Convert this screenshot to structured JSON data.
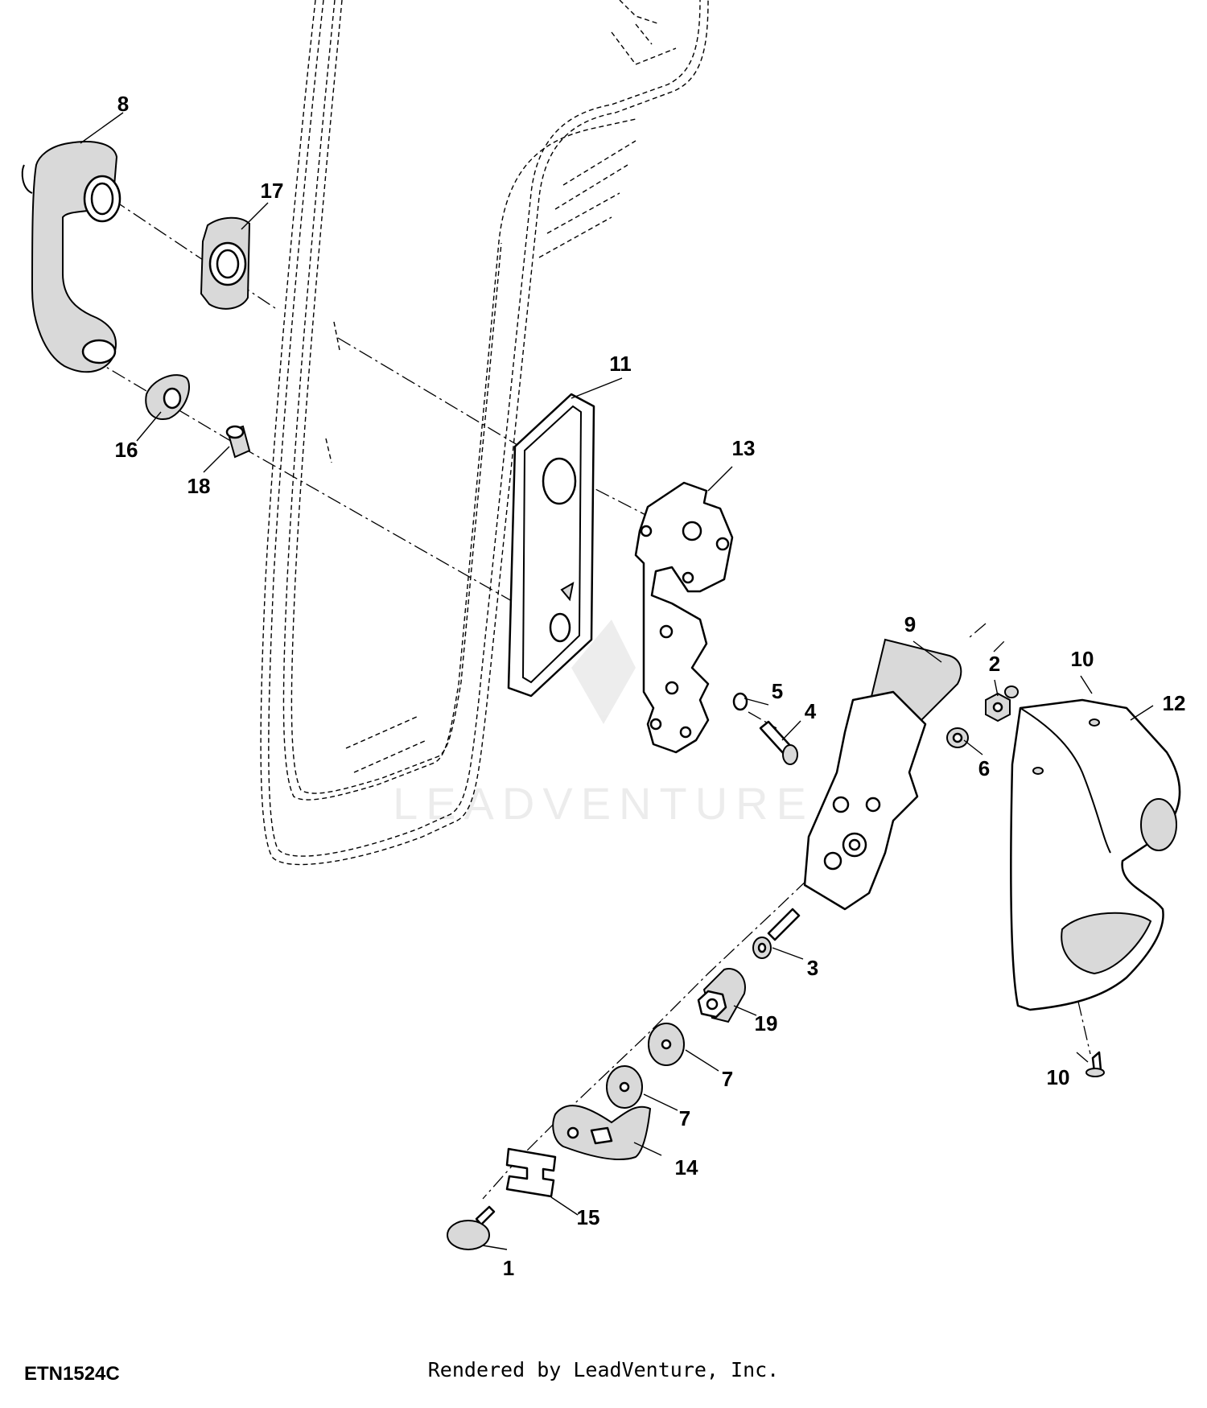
{
  "diagram": {
    "figure_id": "ETN1524C",
    "credit": "Rendered by LeadVenture, Inc.",
    "watermark": "LEADVENTURE",
    "callouts": [
      "8",
      "17",
      "11",
      "16",
      "18",
      "13",
      "9",
      "2",
      "10",
      "12",
      "5",
      "4",
      "6",
      "3",
      "19",
      "7",
      "7",
      "14",
      "15",
      "1",
      "10"
    ]
  }
}
